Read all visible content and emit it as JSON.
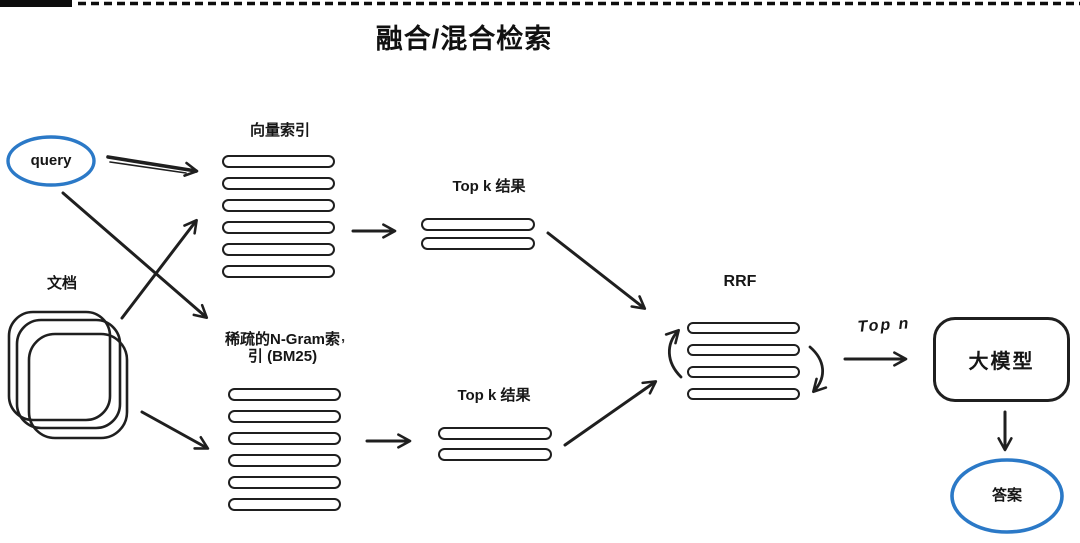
{
  "title": "融合/混合检索",
  "colors": {
    "ink": "#1f1f1f",
    "accent_blue": "#2b79c7"
  },
  "nodes": {
    "query": {
      "label": "query"
    },
    "documents": {
      "label": "文档"
    },
    "vector_index": {
      "label": "向量索引",
      "bar_count": 6
    },
    "sparse_index": {
      "label_line1": "稀疏的N-Gram索",
      "label_line2": "引 (BM25)",
      "bar_count": 6
    },
    "topk_vector": {
      "label": "Top k 结果",
      "bar_count": 2
    },
    "topk_sparse": {
      "label": "Top k 结果",
      "bar_count": 2
    },
    "rrf": {
      "label": "RRF",
      "bar_count": 4
    },
    "top_n": {
      "label": "Top n"
    },
    "llm": {
      "label": "大模型"
    },
    "answer": {
      "label": "答案"
    }
  },
  "stray_mark": "’"
}
